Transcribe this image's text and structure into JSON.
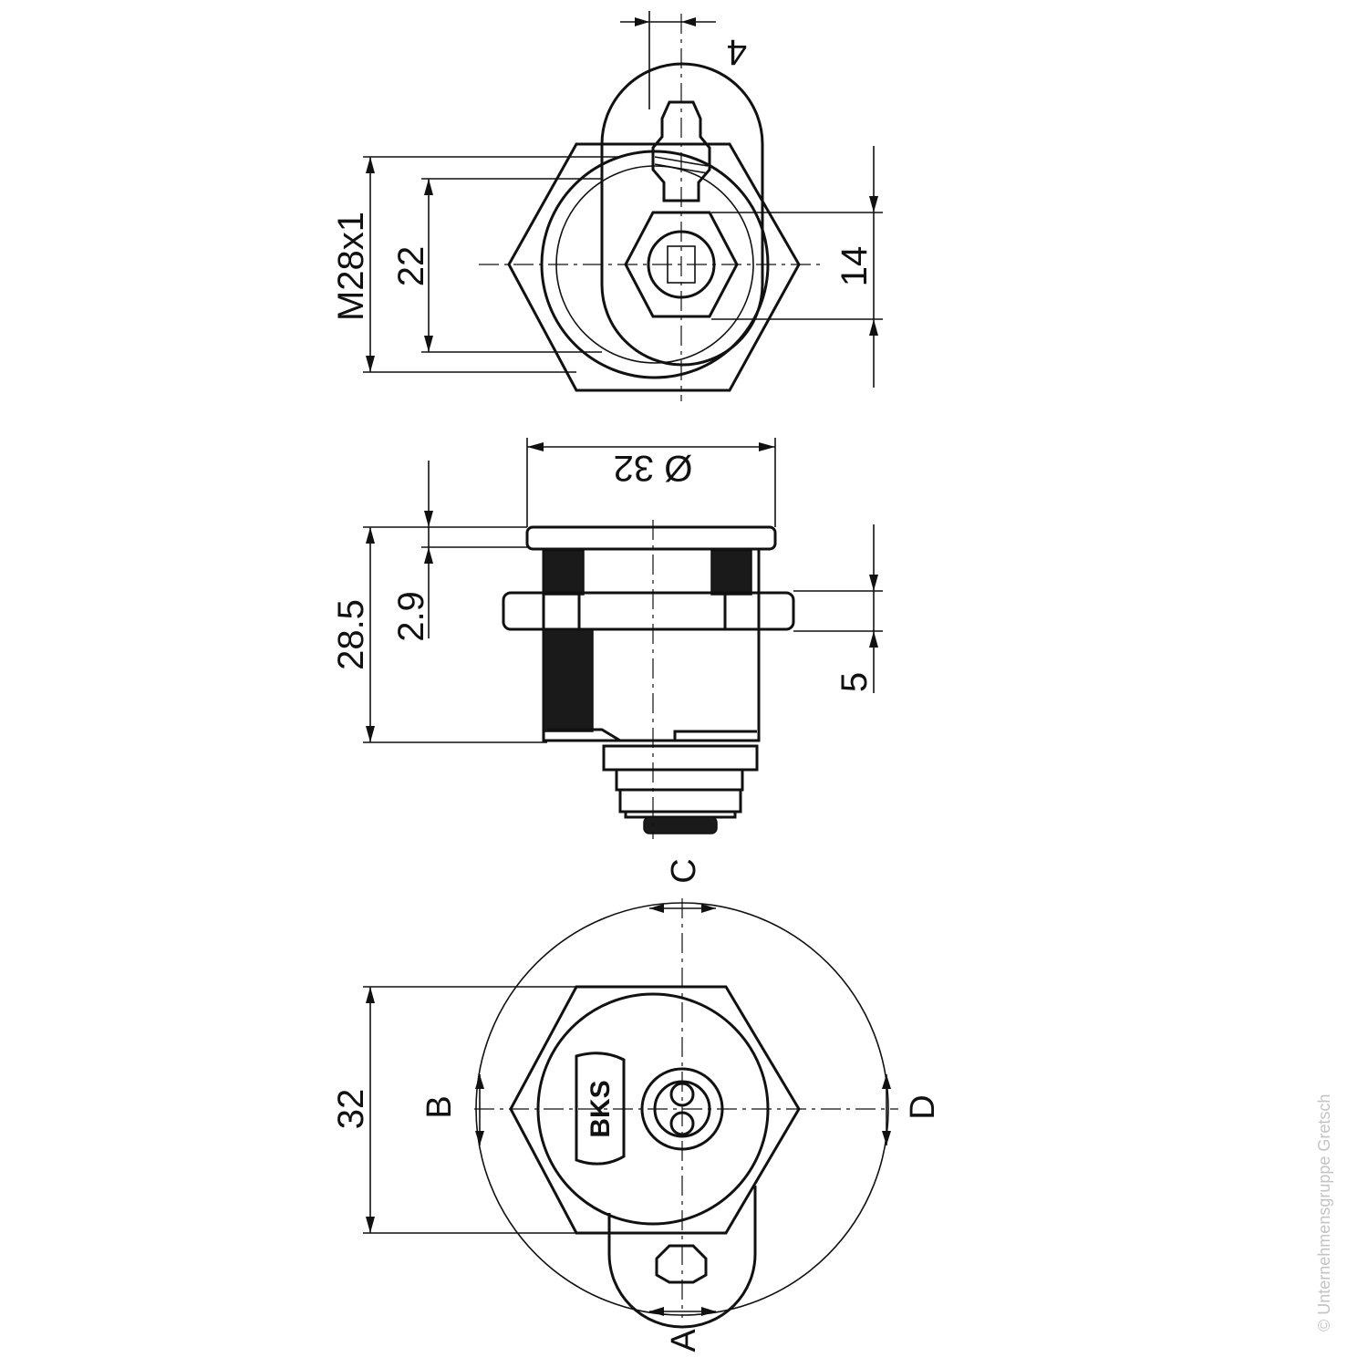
{
  "drawing": {
    "dimensions": {
      "top_width": "4",
      "thread": "M28x1",
      "inner": "22",
      "nut_height": "14",
      "flange_diameter": "Ø 32",
      "total_length": "28.5",
      "flange_thickness": "2.9",
      "nut_thickness": "5",
      "front_height": "32"
    },
    "positions": {
      "a": "A",
      "b": "B",
      "c": "C",
      "d": "D"
    },
    "brand": "BKS",
    "watermark": "© Unternehmensgruppe Gretsch"
  }
}
